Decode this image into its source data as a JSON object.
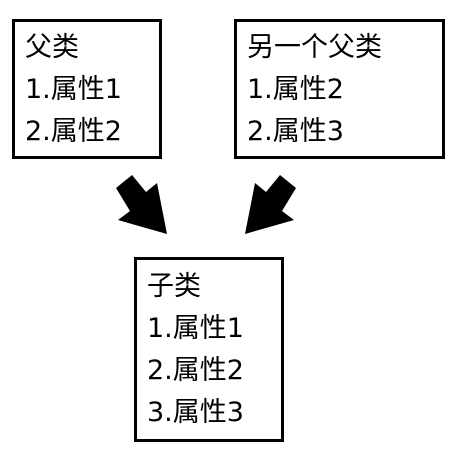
{
  "parent_box": {
    "title": "父类",
    "attributes": [
      "1.属性1",
      "2.属性2"
    ]
  },
  "other_parent_box": {
    "title": "另一个父类",
    "attributes": [
      "1.属性2",
      "2.属性3"
    ]
  },
  "child_box": {
    "title": "子类",
    "attributes": [
      "1.属性1",
      "2.属性2",
      "3.属性3"
    ]
  },
  "colors": {
    "stroke": "#000000",
    "background": "#ffffff"
  }
}
